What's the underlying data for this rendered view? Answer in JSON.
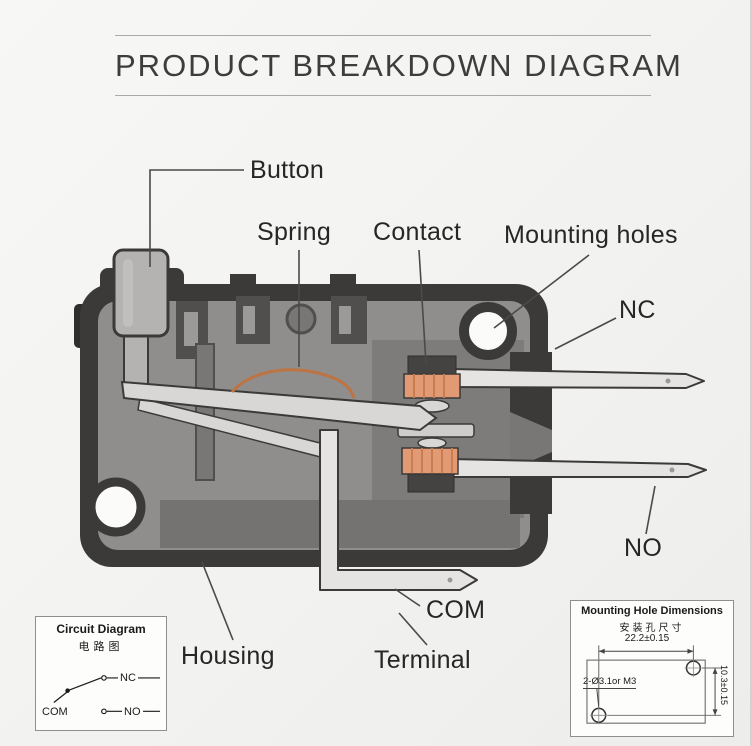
{
  "page": {
    "title": "PRODUCT BREAKDOWN DIAGRAM"
  },
  "part_labels": {
    "button": "Button",
    "spring": "Spring",
    "contact": "Contact",
    "mounting_holes": "Mounting holes",
    "nc": "NC",
    "no": "NO",
    "com": "COM",
    "housing": "Housing",
    "terminal": "Terminal"
  },
  "circuit_box": {
    "title": "Circuit Diagram",
    "subtitle": "电路图",
    "labels": {
      "nc": "NC",
      "no": "NO",
      "com": "COM"
    }
  },
  "mounting_box": {
    "title": "Mounting Hole Dimensions",
    "subtitle": "安装孔尺寸",
    "horizontal_dimension": "22.2±0.15",
    "hole_spec": "2-Ø3.1or M3",
    "vertical_dimension": "10.3±0.15"
  },
  "colors": {
    "housing_dark": "#3b3a39",
    "interior_gray": "#8f8e8d",
    "metal_light": "#e6e4e2",
    "contact_orange": "#e29a74",
    "spring_orange": "#bd7342",
    "background_top": "#f6f6f4",
    "background_bottom": "#ededeb"
  }
}
